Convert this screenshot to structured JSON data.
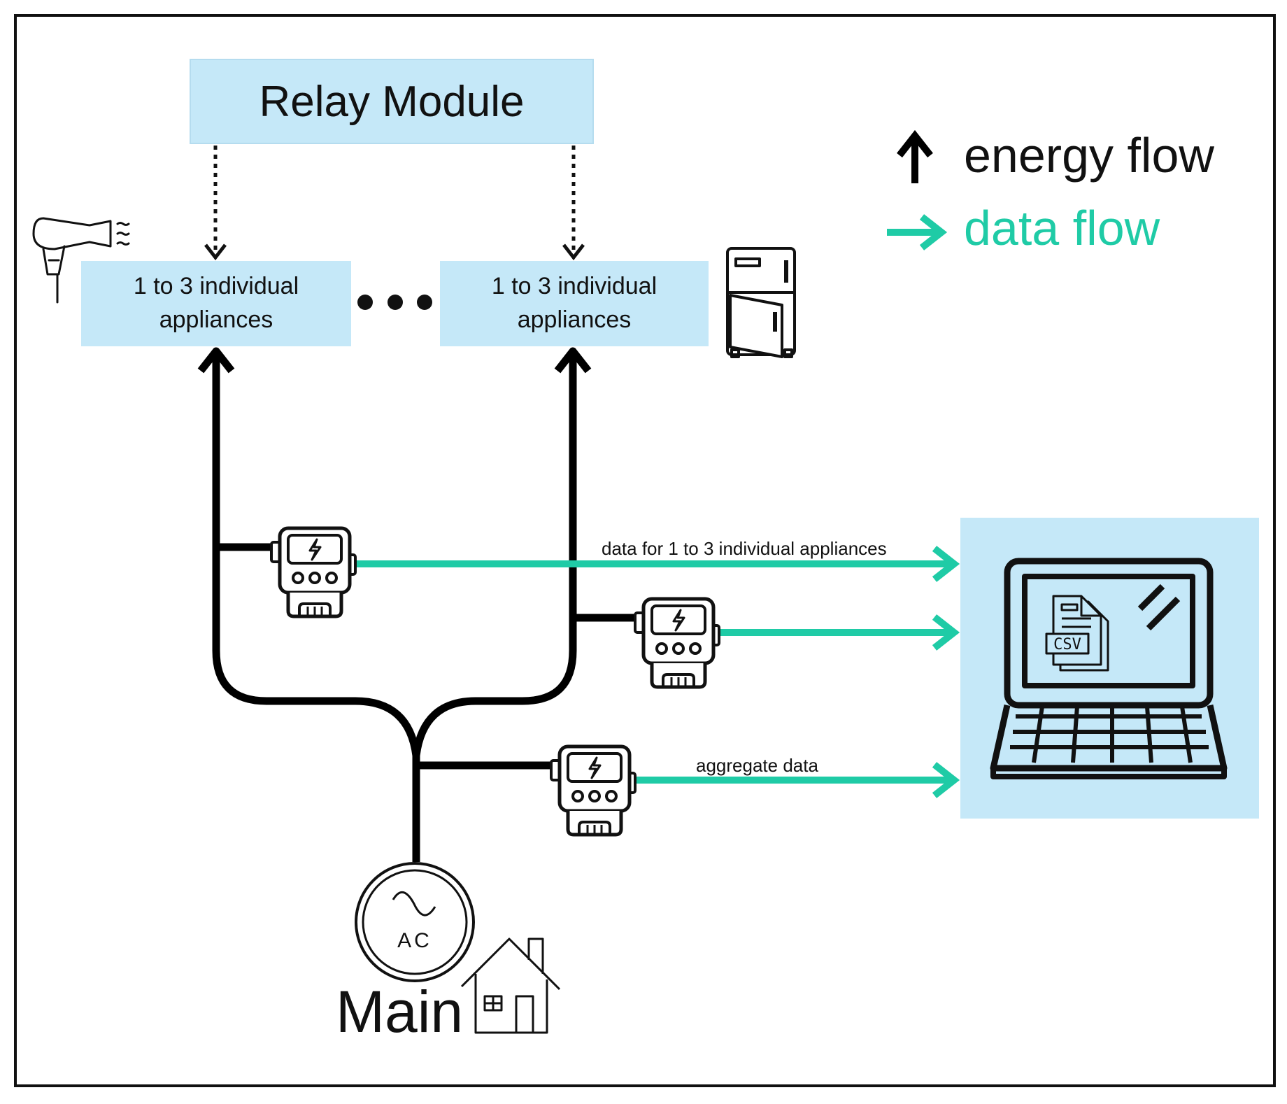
{
  "relay_module": {
    "label": "Relay Module"
  },
  "appliance_groups": [
    {
      "line1": "1 to 3 individual",
      "line2": "appliances"
    },
    {
      "line1": "1 to 3 individual",
      "line2": "appliances"
    }
  ],
  "legend": {
    "energy_flow": "energy flow",
    "data_flow": "data flow"
  },
  "edge_labels": {
    "individual_data": "data for 1 to 3 individual appliances",
    "aggregate_data": "aggregate data"
  },
  "source": {
    "symbol_label": "AC",
    "label": "Main"
  },
  "computer": {
    "file_label": "CSV"
  },
  "colors": {
    "box_fill": "#c5e8f8",
    "data_flow": "#1fcba6",
    "energy_flow": "#000000",
    "frame": "#111111"
  },
  "icons": {
    "energy_arrow": "arrow-up-icon",
    "data_arrow": "arrow-right-icon",
    "hair_dryer": "hair-dryer-icon",
    "fridge": "fridge-icon",
    "meter": "energy-meter-icon",
    "laptop": "laptop-icon",
    "csv": "csv-file-icon",
    "house": "house-icon",
    "ac_source": "ac-source-icon"
  }
}
